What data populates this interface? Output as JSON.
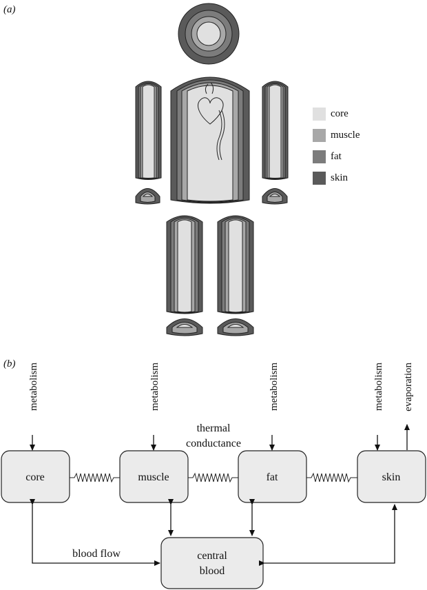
{
  "panel_a": {
    "label": "(a)",
    "legend": [
      {
        "label": "core",
        "color": "#e0e0e0"
      },
      {
        "label": "muscle",
        "color": "#a8a8a8"
      },
      {
        "label": "fat",
        "color": "#7c7c7c"
      },
      {
        "label": "skin",
        "color": "#5a5a5a"
      }
    ]
  },
  "panel_b": {
    "label": "(b)",
    "nodes": {
      "core": "core",
      "muscle": "muscle",
      "fat": "fat",
      "skin": "skin",
      "central_blood_line1": "central",
      "central_blood_line2": "blood"
    },
    "inputs": {
      "core_metabolism": "metabolism",
      "muscle_metabolism": "metabolism",
      "fat_metabolism": "metabolism",
      "skin_metabolism": "metabolism",
      "skin_evaporation": "evaporation"
    },
    "annotations": {
      "thermal_line1": "thermal",
      "thermal_line2": "conductance",
      "blood_flow": "blood flow"
    }
  }
}
